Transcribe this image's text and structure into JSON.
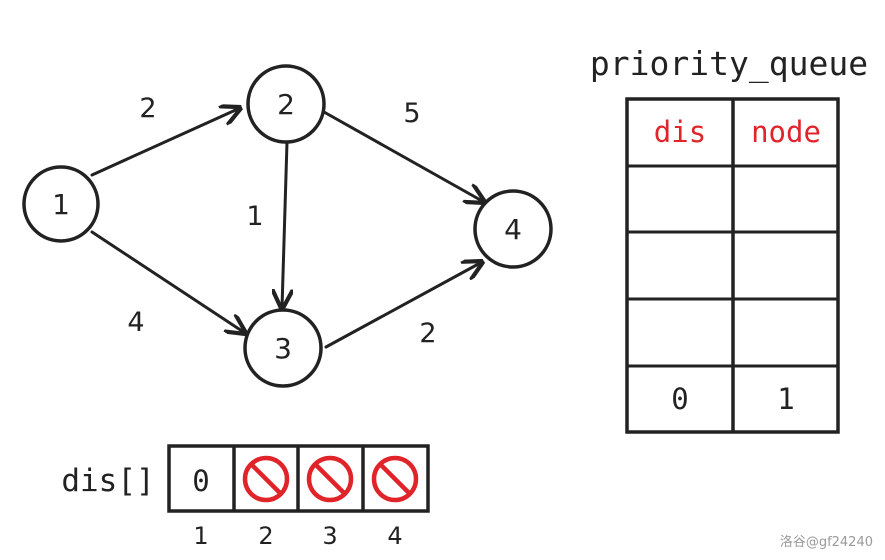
{
  "graph": {
    "nodes": [
      {
        "id": "1",
        "label": "1"
      },
      {
        "id": "2",
        "label": "2"
      },
      {
        "id": "3",
        "label": "3"
      },
      {
        "id": "4",
        "label": "4"
      }
    ],
    "edges": [
      {
        "from": "1",
        "to": "2",
        "weight": "2"
      },
      {
        "from": "1",
        "to": "3",
        "weight": "4"
      },
      {
        "from": "2",
        "to": "3",
        "weight": "1"
      },
      {
        "from": "2",
        "to": "4",
        "weight": "5"
      },
      {
        "from": "3",
        "to": "4",
        "weight": "2"
      }
    ]
  },
  "priority_queue": {
    "title": "priority_queue",
    "headers": [
      "dis",
      "node"
    ],
    "header_color": "#e0242a",
    "rows": [
      [
        "",
        ""
      ],
      [
        "",
        ""
      ],
      [
        "",
        ""
      ],
      [
        "0",
        "1"
      ]
    ]
  },
  "dis_array": {
    "label": "dis[]",
    "cells": [
      {
        "value": "0",
        "infinite": false
      },
      {
        "value": "",
        "infinite": true
      },
      {
        "value": "",
        "infinite": true
      },
      {
        "value": "",
        "infinite": true
      }
    ],
    "indices": [
      "1",
      "2",
      "3",
      "4"
    ],
    "infinity_icon": "prohibited-icon",
    "infinity_color": "#e0242a"
  },
  "watermark": "洛谷@gf24240"
}
